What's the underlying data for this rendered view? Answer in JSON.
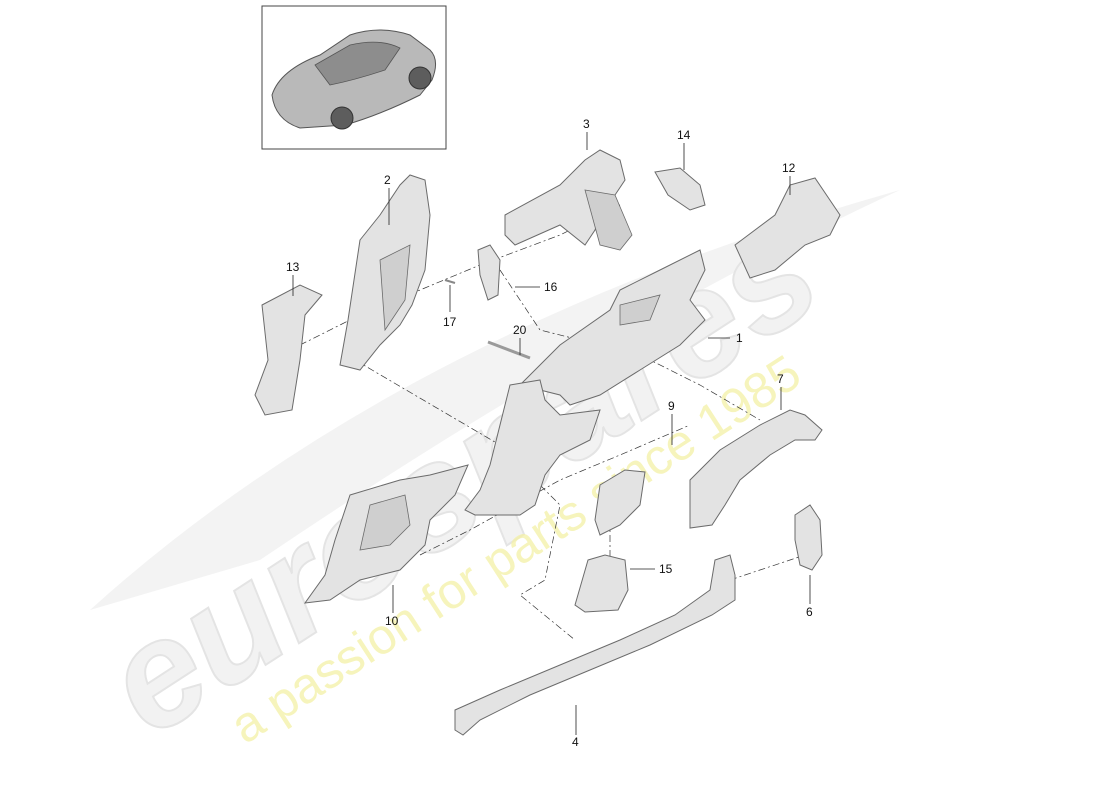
{
  "watermark": {
    "logo_text": "eurospares",
    "tagline": "a passion for parts since 1985"
  },
  "callouts": [
    {
      "id": "1",
      "label": "1"
    },
    {
      "id": "2",
      "label": "2"
    },
    {
      "id": "3",
      "label": "3"
    },
    {
      "id": "4",
      "label": "4"
    },
    {
      "id": "6",
      "label": "6"
    },
    {
      "id": "7",
      "label": "7"
    },
    {
      "id": "9",
      "label": "9"
    },
    {
      "id": "10",
      "label": "10"
    },
    {
      "id": "12",
      "label": "12"
    },
    {
      "id": "13",
      "label": "13"
    },
    {
      "id": "14",
      "label": "14"
    },
    {
      "id": "15",
      "label": "15"
    },
    {
      "id": "16",
      "label": "16"
    },
    {
      "id": "17",
      "label": "17"
    },
    {
      "id": "20",
      "label": "20"
    }
  ]
}
